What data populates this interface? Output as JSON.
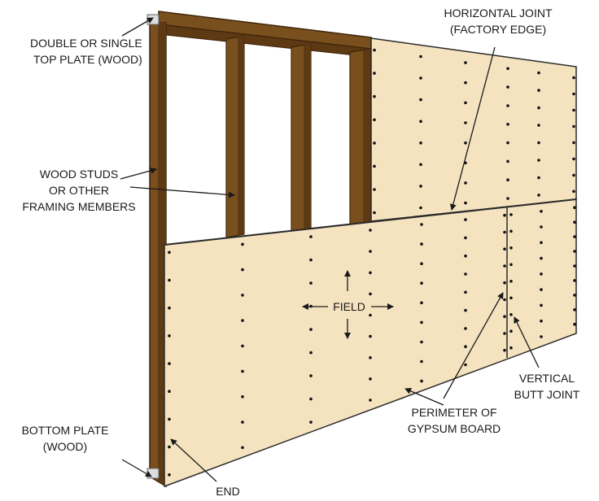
{
  "labels": {
    "top_plate_1": "DOUBLE OR SINGLE",
    "top_plate_2": "TOP PLATE (WOOD)",
    "horizontal_joint_1": "HORIZONTAL JOINT",
    "horizontal_joint_2": "(FACTORY EDGE)",
    "studs_1": "WOOD STUDS",
    "studs_2": "OR OTHER",
    "studs_3": "FRAMING MEMBERS",
    "field": "FIELD",
    "vertical_joint_1": "VERTICAL",
    "vertical_joint_2": "BUTT JOINT",
    "perimeter_1": "PERIMETER OF",
    "perimeter_2": "GYPSUM BOARD",
    "bottom_plate_1": "BOTTOM PLATE",
    "bottom_plate_2": "(WOOD)",
    "end": "END"
  },
  "colors": {
    "gypsum_board": "#f5e3c0",
    "wood": "#7a4f1e",
    "wood_dark": "#4a2e10",
    "fastener": "#111111",
    "leader_line": "#1a1a1a"
  }
}
